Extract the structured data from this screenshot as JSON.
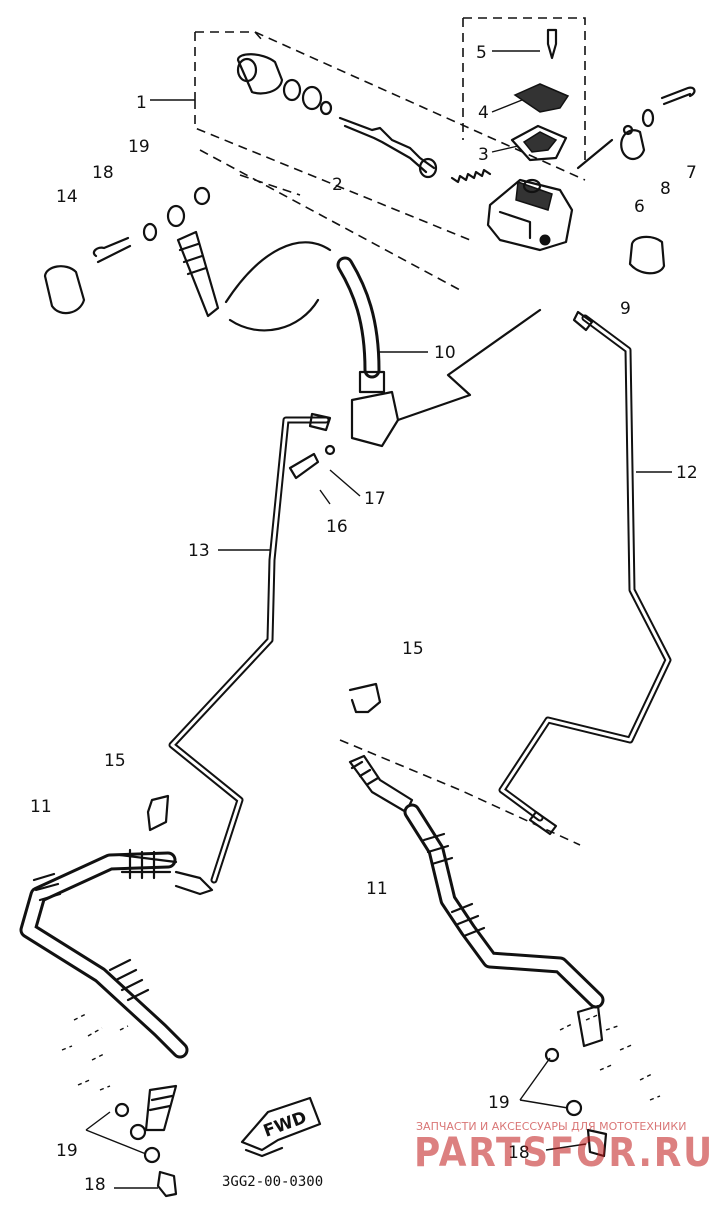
{
  "diagram": {
    "part_callouts": {
      "p1": "1",
      "p2": "2",
      "p3": "3",
      "p4": "4",
      "p5": "5",
      "p6": "6",
      "p7": "7",
      "p8": "8",
      "p9": "9",
      "p10": "10",
      "p11a": "11",
      "p11b": "11",
      "p12": "12",
      "p13": "13",
      "p14": "14",
      "p15a": "15",
      "p15b": "15",
      "p16": "16",
      "p17": "17",
      "p18a": "18",
      "p18b": "18",
      "p18c": "18",
      "p19a": "19",
      "p19b": "19",
      "p19c": "19"
    },
    "direction_arrow_label": "FWD",
    "drawing_code": "3GG2-00-0300"
  },
  "watermark": {
    "tagline": "ЗАПЧАСТИ И АКСЕССУАРЫ ДЛЯ МОТОТЕХНИКИ",
    "brand": "PARTSFOR.RU",
    "brand_color": "#c01a1a"
  }
}
